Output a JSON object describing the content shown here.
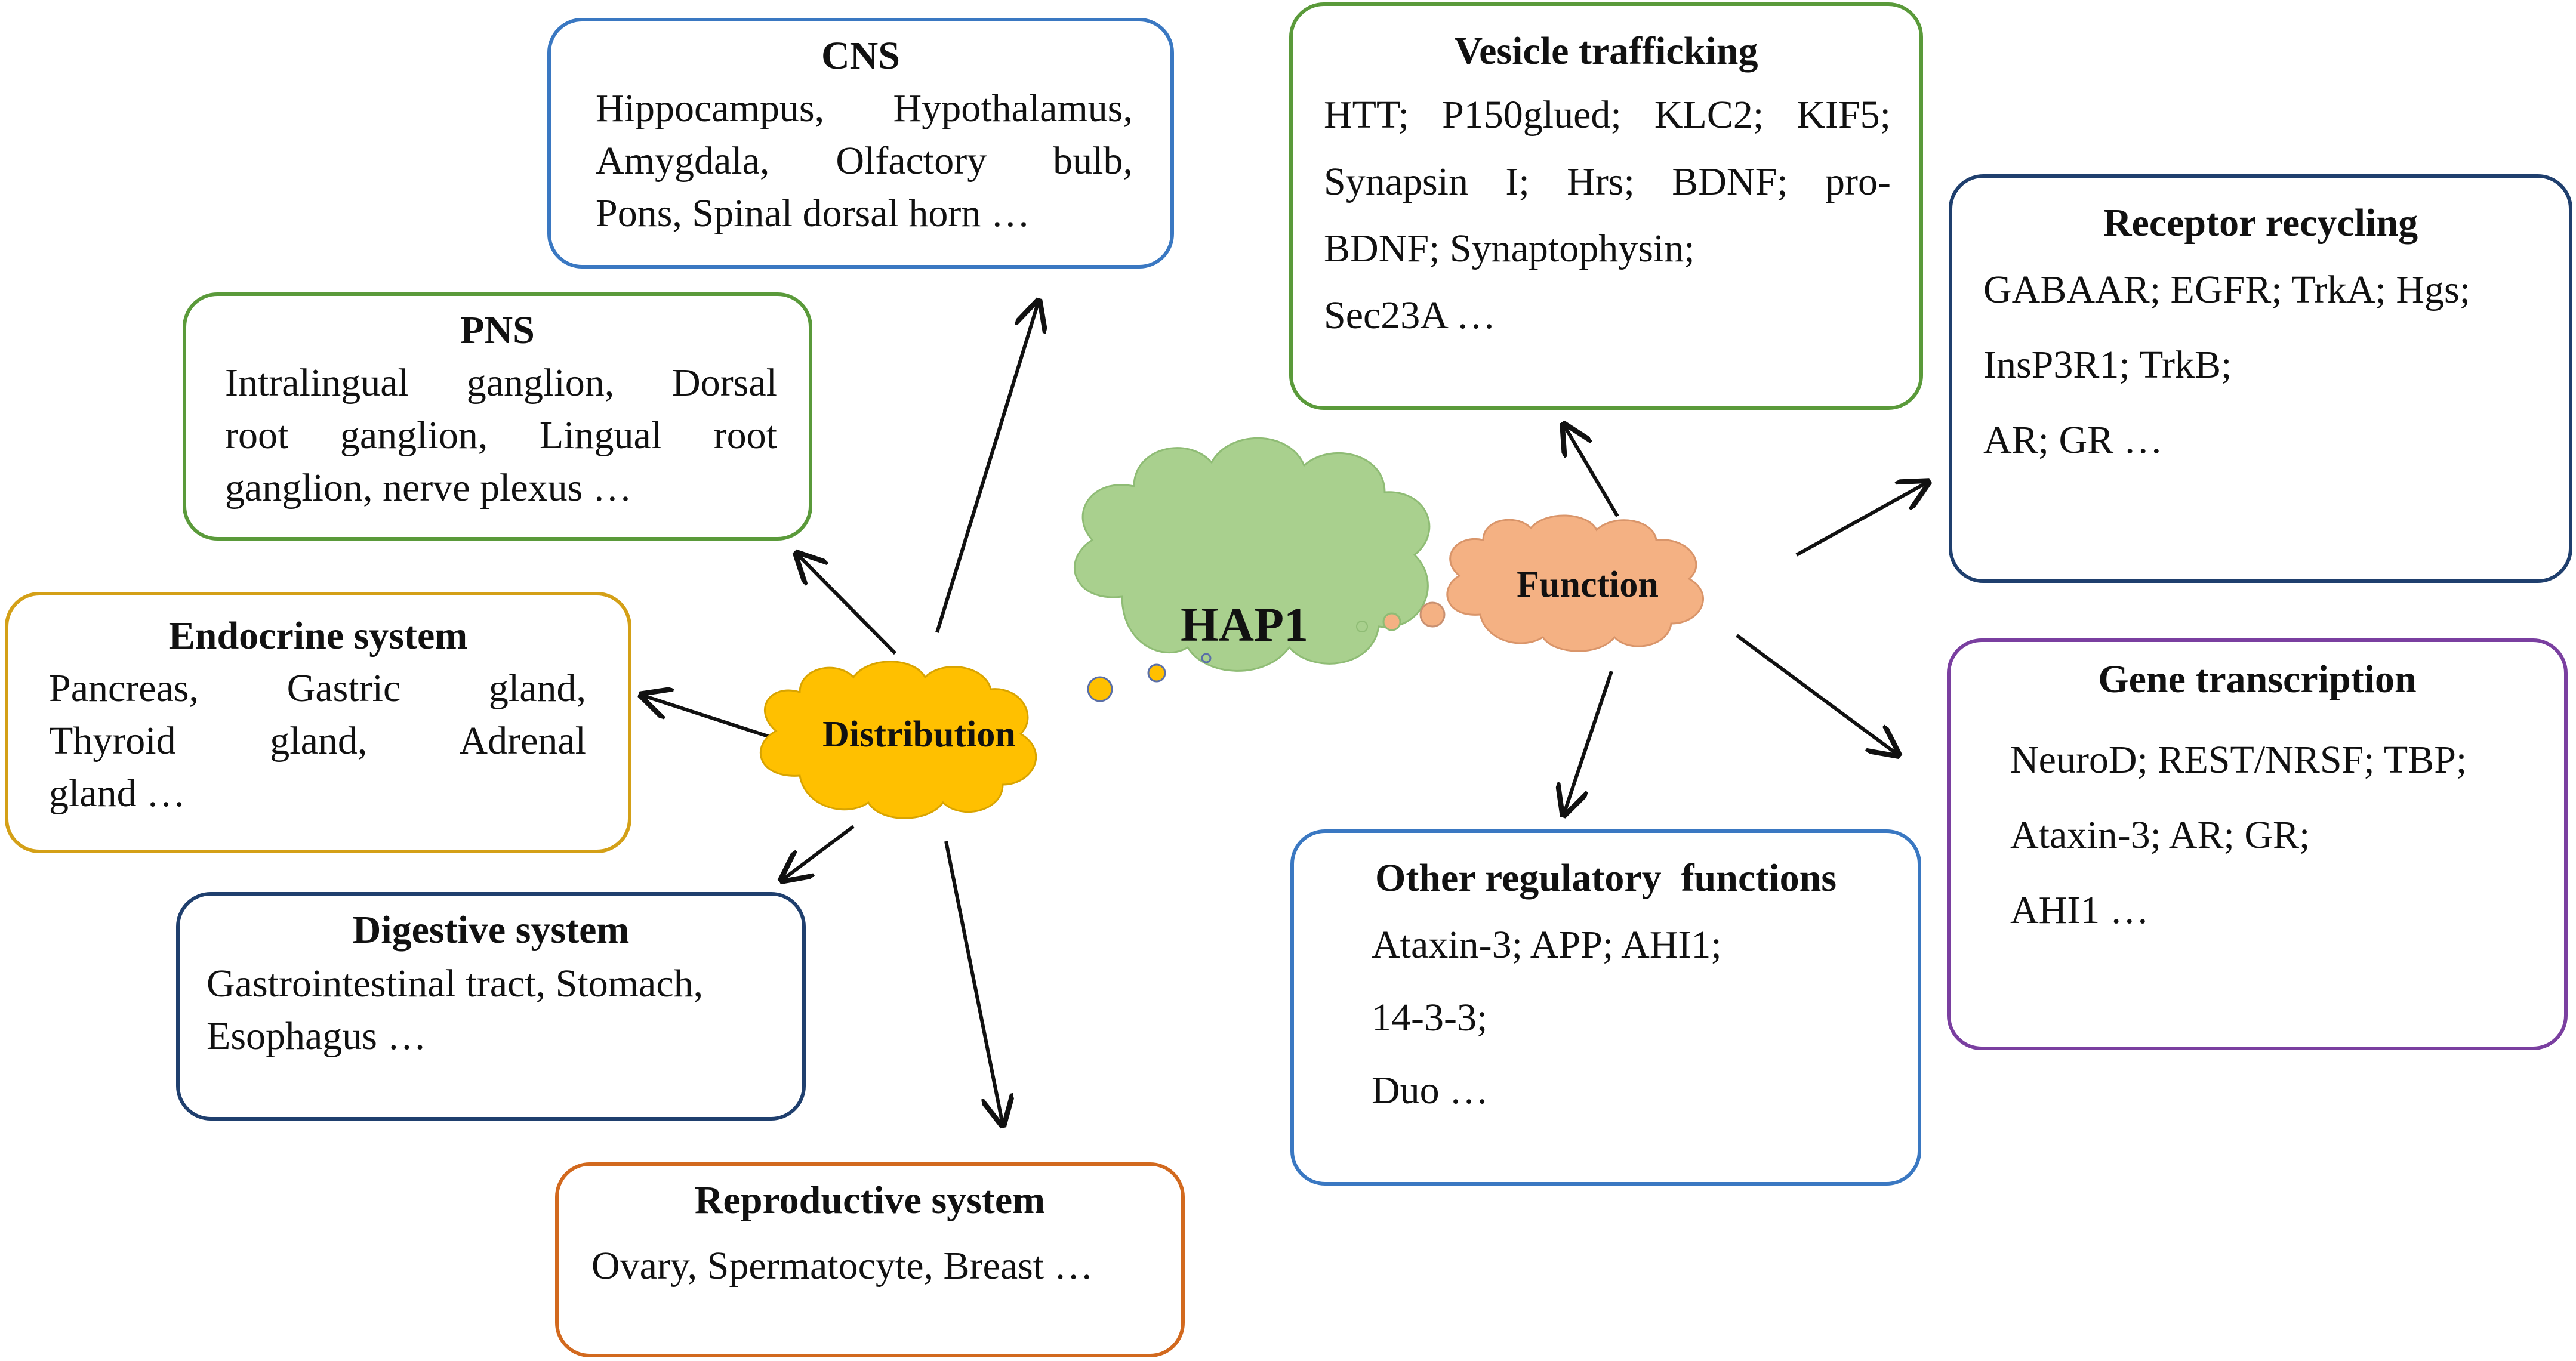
{
  "center": {
    "label": "HAP1"
  },
  "distribution": {
    "label": "Distribution",
    "boxes": {
      "cns": {
        "title": "CNS",
        "lines": [
          "Hippocampus, Hypothalamus,",
          "Amygdala, Olfactory bulb,",
          "Pons, Spinal dorsal horn …"
        ],
        "color": "#3a78c2"
      },
      "pns": {
        "title": "PNS",
        "lines": [
          "Intralingual ganglion, Dorsal",
          "root ganglion, Lingual root",
          "ganglion, nerve plexus …"
        ],
        "color": "#5a9a3a"
      },
      "endocrine": {
        "title": "Endocrine system",
        "lines": [
          "Pancreas, Gastric gland,",
          "Thyroid gland, Adrenal",
          "gland …"
        ],
        "color": "#d4a017"
      },
      "digestive": {
        "title": "Digestive system",
        "lines": [
          "Gastrointestinal tract, Stomach,",
          "Esophagus …"
        ],
        "color": "#1f3f6e"
      },
      "reproductive": {
        "title": "Reproductive system",
        "lines": [
          "Ovary, Spermatocyte, Breast …"
        ],
        "color": "#d2691e"
      }
    }
  },
  "function": {
    "label": "Function",
    "boxes": {
      "vesicle": {
        "title": "Vesicle trafficking",
        "lines": [
          "HTT; P150glued; KLC2; KIF5;",
          "Synapsin I; Hrs; BDNF; pro-",
          "BDNF; Synaptophysin;",
          "Sec23A …"
        ],
        "color": "#5a9a3a"
      },
      "receptor": {
        "title": "Receptor recycling",
        "lines": [
          "GABAAR; EGFR; TrkA; Hgs;",
          "InsP3R1; TrkB;",
          "AR; GR …"
        ],
        "color": "#1f3f6e"
      },
      "gene": {
        "title": "Gene transcription",
        "lines": [
          "NeuroD; REST/NRSF; TBP;",
          "Ataxin-3; AR; GR;",
          "AHI1 …"
        ],
        "color": "#7a3fa0"
      },
      "other": {
        "title": "Other regulatory  functions",
        "lines": [
          "Ataxin-3; APP; AHI1;",
          "14-3-3;",
          "Duo …"
        ],
        "color": "#3a78c2"
      }
    }
  },
  "colors": {
    "center_cloud": "#a9d08e",
    "distribution_cloud": "#ffc000",
    "function_cloud": "#f4b183",
    "arrow": "#111111"
  },
  "icons": [
    "motor-protein-icon",
    "membrane-receptor-icon",
    "dna-helix-icon",
    "vesicle-cell-icon"
  ]
}
